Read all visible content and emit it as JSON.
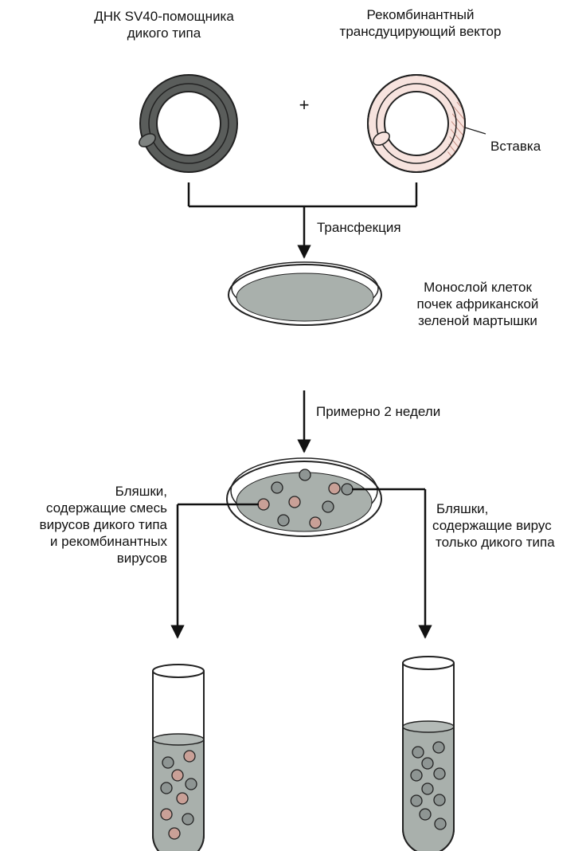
{
  "labels": {
    "wild_dna_line1": "ДНК  SV40-помощника",
    "wild_dna_line2": "дикого типа",
    "recombinant_line1": "Рекомбинантный",
    "recombinant_line2": "трансдуцирующий  вектор",
    "plus": "+",
    "insert": "Вставка",
    "transfection": "Трансфекция",
    "monolayer_line1": "Монослой  клеток",
    "monolayer_line2": "почек  африканской",
    "monolayer_line3": "зеленой  мартышки",
    "incubation": "Примерно 2 недели",
    "plaque_mixed_line1": "Бляшки,",
    "plaque_mixed_line2": "содержащие смесь",
    "plaque_mixed_line3": "вирусов дикого типа",
    "plaque_mixed_line4": "и  рекомбинантных",
    "plaque_mixed_line5": "вирусов",
    "plaque_wild_line1": "Бляшки,",
    "plaque_wild_line2": "содержащие вирус",
    "plaque_wild_line3": "только дикого типа"
  },
  "colors": {
    "wild_ring": "#5a5d5b",
    "recombinant_ring": "#f7e3de",
    "pink_particle": "#c9a097",
    "gray_particle": "#8e9593",
    "medium": "#a9b0ac"
  }
}
